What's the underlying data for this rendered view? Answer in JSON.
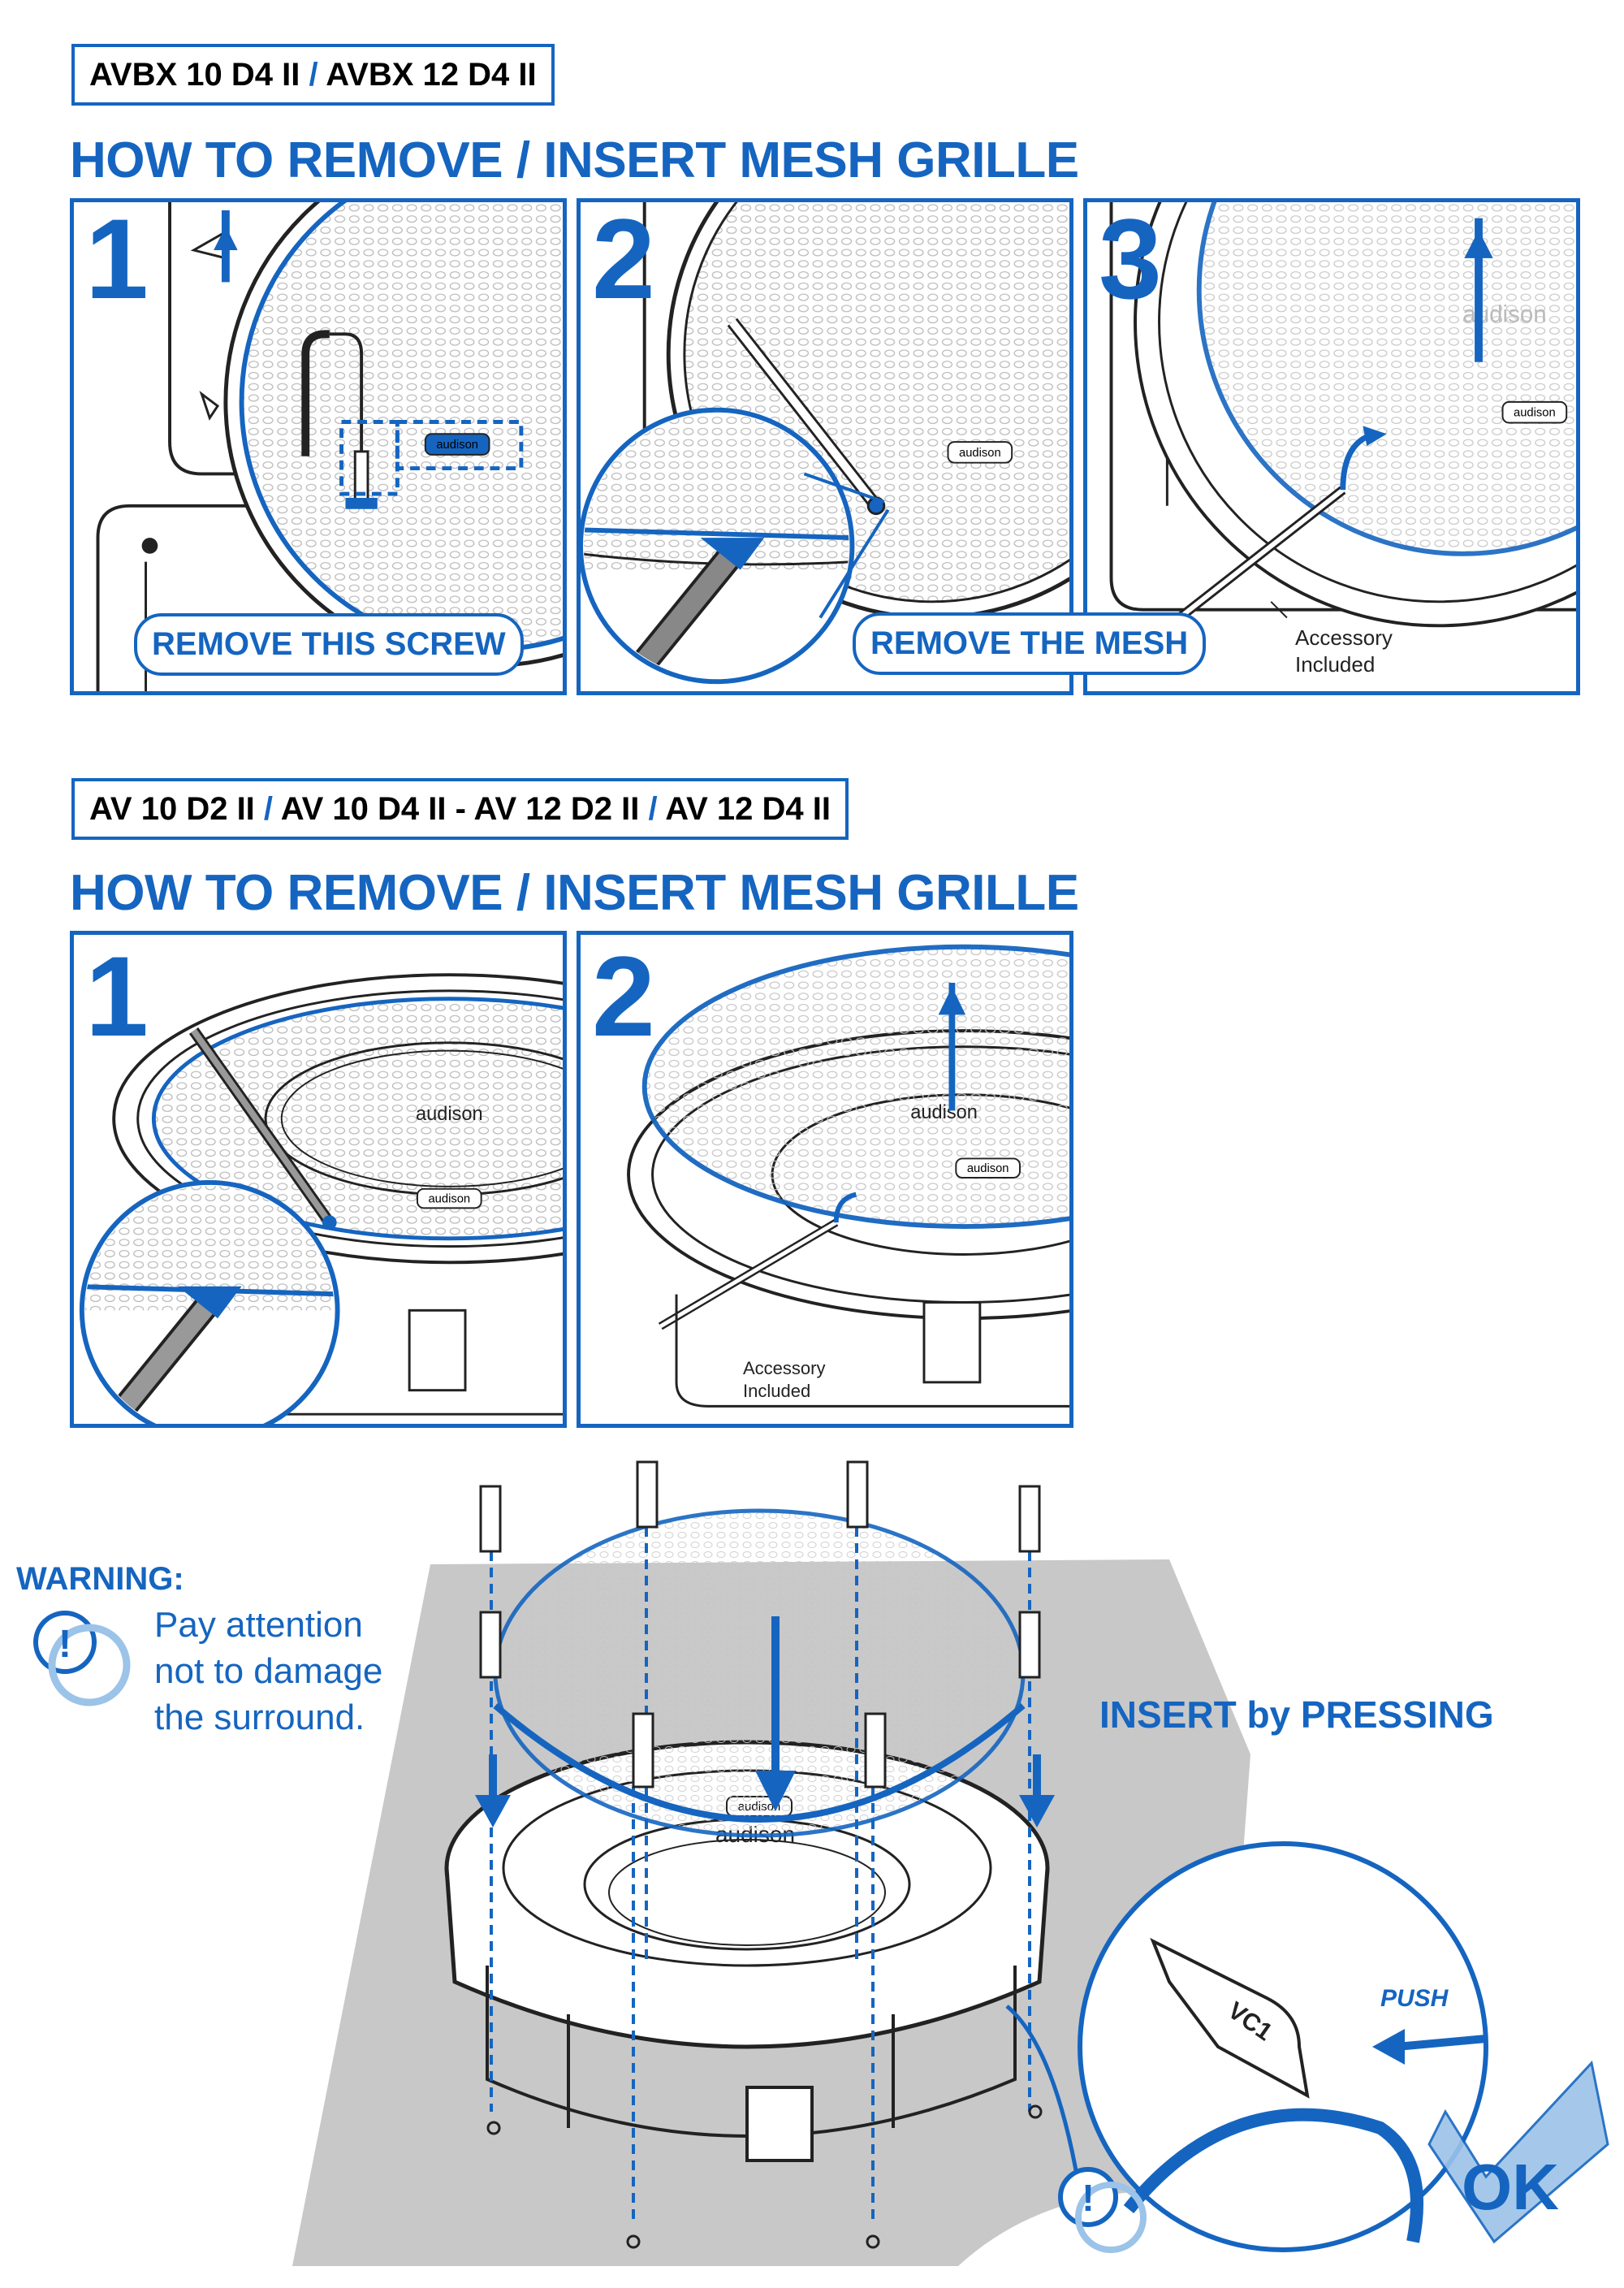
{
  "colors": {
    "accent": "#1565c0",
    "light_accent": "#9cc3e8",
    "grey_surface": "#c8c8c8"
  },
  "section1": {
    "models": {
      "a": "AVBX 10 D4 II",
      "sep": "/",
      "b": "AVBX 12 D4 II"
    },
    "heading": "HOW TO REMOVE / INSERT MESH GRILLE",
    "steps": [
      {
        "number": "1",
        "label": "REMOVE THIS SCREW",
        "badge": "audison"
      },
      {
        "number": "2",
        "badge": "audison"
      },
      {
        "number": "3",
        "label": "REMOVE THE MESH",
        "badge": "audison",
        "watermark": "audison",
        "accessory": [
          "Accessory",
          "Included"
        ]
      }
    ]
  },
  "section2": {
    "models": {
      "a": "AV 10 D2 II",
      "sep1": "/",
      "b": "AV 10 D4 II - AV 12 D2 II",
      "sep2": "/",
      "c": "AV 12 D4 II"
    },
    "heading": "HOW TO REMOVE / INSERT MESH GRILLE",
    "steps": [
      {
        "number": "1",
        "logo": "audison",
        "badge": "audison"
      },
      {
        "number": "2",
        "logo": "audison",
        "badge": "audison",
        "accessory": [
          "Accessory",
          "Included"
        ]
      }
    ]
  },
  "assembly": {
    "warning_title": "WARNING:",
    "warning_lines": [
      "Pay attention",
      "not to damage",
      "the surround."
    ],
    "warning_icon": "exclamation-icon",
    "insert_title": "INSERT by PRESSING",
    "push_label": "PUSH",
    "ok_label": "OK",
    "terminal_label": "VC1",
    "logo": "audison",
    "badge": "audison"
  }
}
